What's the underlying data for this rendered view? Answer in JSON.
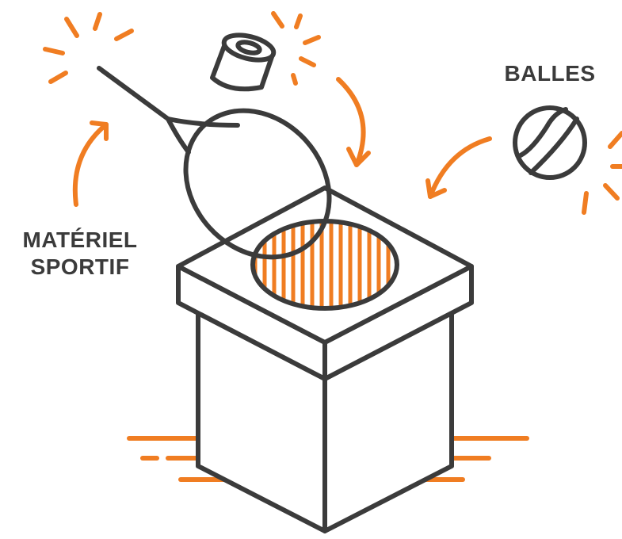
{
  "labels": {
    "balls": "BALLES",
    "sports_equipment_line1": "MATÉRIEL",
    "sports_equipment_line2": "SPORTIF"
  },
  "colors": {
    "outline": "#3b3b3b",
    "accent": "#f07d22",
    "background": "#ffffff"
  },
  "icons": [
    "tennis-racket-icon",
    "grip-tape-icon",
    "tennis-ball-icon",
    "collection-bin-icon",
    "arrow-icon",
    "sparkle-icon",
    "motion-line-icon"
  ]
}
